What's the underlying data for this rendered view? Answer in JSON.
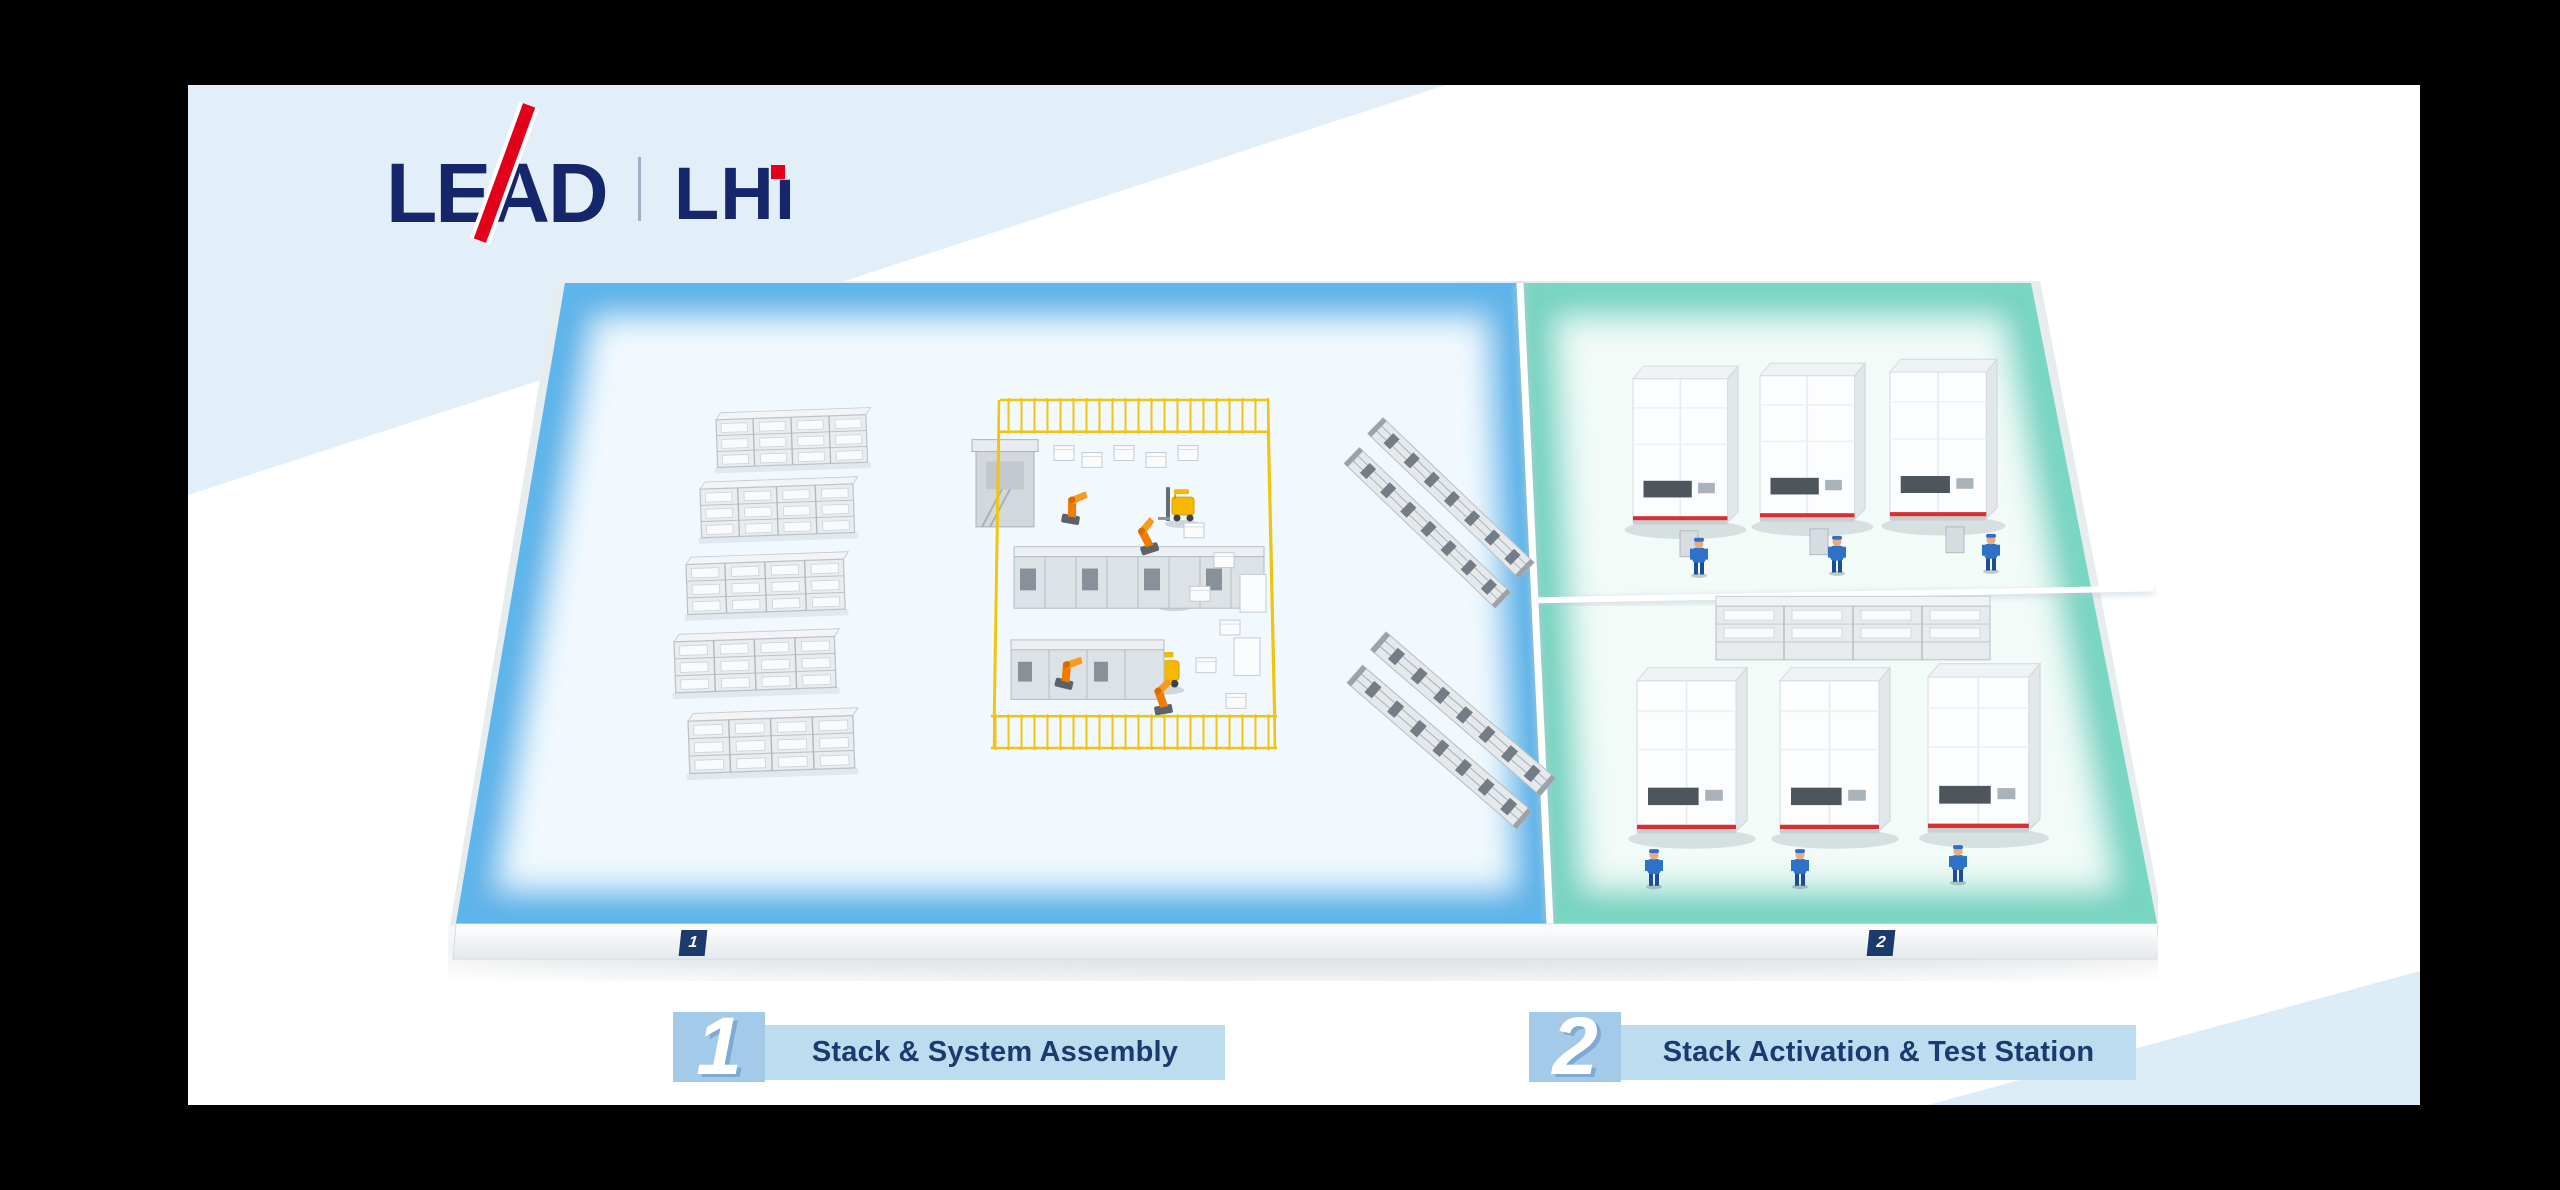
{
  "scene": {
    "background": "#000000",
    "slide_background": "#ffffff",
    "wedge_color": "#e2eff9"
  },
  "branding": {
    "lead_text": "LEAD",
    "lhi_text_base": "LH",
    "lhi_text_i": "ı",
    "navy": "#16266b",
    "red": "#e2001a"
  },
  "floor_markers": {
    "zone1": "1",
    "zone2": "2"
  },
  "zones": {
    "assembly": {
      "edge_color": "#2f9ae0"
    },
    "test_station": {
      "edge_color": "#3fc0a6"
    }
  },
  "legend": {
    "bar_color": "#bedcef",
    "number_box_color": "#a3cbe9",
    "text_color": "#1b3a6d",
    "items": [
      {
        "number": "1",
        "label": "Stack & System Assembly"
      },
      {
        "number": "2",
        "label": "Stack Activation & Test Station"
      }
    ]
  }
}
